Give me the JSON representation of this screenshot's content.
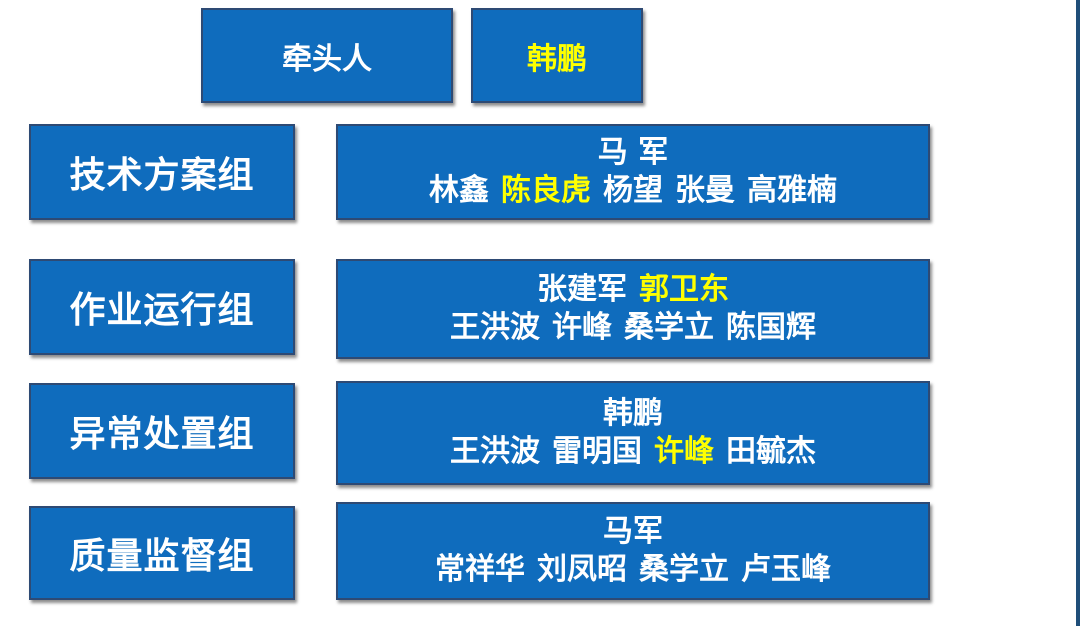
{
  "header": {
    "lead_label": "牵头人",
    "lead_name": "韩鹏"
  },
  "colors": {
    "box_fill": "#0f6cbd",
    "box_border": "#2e4a74",
    "text": "#ffffff",
    "highlight": "#ffff00"
  },
  "groups": [
    {
      "name": "技术方案组",
      "leaders": [
        {
          "text": "马 军",
          "highlight": false
        }
      ],
      "members": [
        {
          "text": "林鑫",
          "highlight": false
        },
        {
          "text": "陈良虎",
          "highlight": true
        },
        {
          "text": "杨望",
          "highlight": false
        },
        {
          "text": "张曼",
          "highlight": false
        },
        {
          "text": "高雅楠",
          "highlight": false
        }
      ]
    },
    {
      "name": "作业运行组",
      "leaders": [
        {
          "text": "张建军",
          "highlight": false
        },
        {
          "text": "郭卫东",
          "highlight": true
        }
      ],
      "members": [
        {
          "text": "王洪波",
          "highlight": false
        },
        {
          "text": "许峰",
          "highlight": false
        },
        {
          "text": "桑学立",
          "highlight": false
        },
        {
          "text": "陈国辉",
          "highlight": false
        }
      ]
    },
    {
      "name": "异常处置组",
      "leaders": [
        {
          "text": "韩鹏",
          "highlight": false
        }
      ],
      "members": [
        {
          "text": "王洪波",
          "highlight": false
        },
        {
          "text": "雷明国",
          "highlight": false
        },
        {
          "text": "许峰",
          "highlight": true
        },
        {
          "text": "田毓杰",
          "highlight": false
        }
      ]
    },
    {
      "name": "质量监督组",
      "leaders": [
        {
          "text": "马军",
          "highlight": false
        }
      ],
      "members": [
        {
          "text": "常祥华",
          "highlight": false
        },
        {
          "text": "刘凤昭",
          "highlight": false
        },
        {
          "text": "桑学立",
          "highlight": false
        },
        {
          "text": "卢玉峰",
          "highlight": false
        }
      ]
    }
  ]
}
